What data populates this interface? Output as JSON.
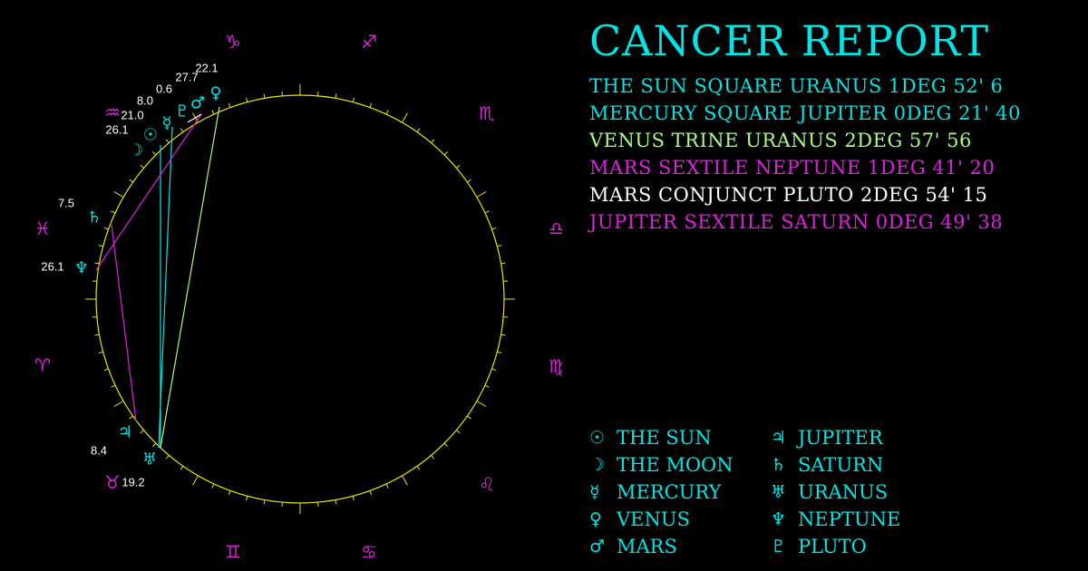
{
  "title": "CANCER REPORT",
  "colors": {
    "cyan": "#00e5e5",
    "green": "#a6ff80",
    "magenta": "#e020e0",
    "white": "#ffffff",
    "yellow": "#e6e600"
  },
  "aspects": [
    {
      "text": "THE SUN SQUARE URANUS 1DEG 52' 6",
      "color": "#00e5e5"
    },
    {
      "text": "MERCURY SQUARE JUPITER 0DEG 21' 40",
      "color": "#00e5e5"
    },
    {
      "text": "VENUS TRINE URANUS 2DEG 57' 56",
      "color": "#a6ff80"
    },
    {
      "text": "MARS SEXTILE NEPTUNE 1DEG 41' 20",
      "color": "#e020e0"
    },
    {
      "text": "MARS CONJUNCT PLUTO 2DEG 54' 15",
      "color": "#ffffff"
    },
    {
      "text": "JUPITER SEXTILE SATURN 0DEG 49' 38",
      "color": "#e020e0"
    }
  ],
  "legend": [
    {
      "glyph": "☉",
      "label": "THE SUN",
      "icon": "sun-icon"
    },
    {
      "glyph": "♃",
      "label": "JUPITER",
      "icon": "jupiter-icon"
    },
    {
      "glyph": "☽",
      "label": "THE MOON",
      "icon": "moon-icon"
    },
    {
      "glyph": "♄",
      "label": "SATURN",
      "icon": "saturn-icon"
    },
    {
      "glyph": "☿",
      "label": "MERCURY",
      "icon": "mercury-icon"
    },
    {
      "glyph": "♅",
      "label": "URANUS",
      "icon": "uranus-icon"
    },
    {
      "glyph": "♀",
      "label": "VENUS",
      "icon": "venus-icon"
    },
    {
      "glyph": "♆",
      "label": "NEPTUNE",
      "icon": "neptune-icon"
    },
    {
      "glyph": "♂",
      "label": "MARS",
      "icon": "mars-icon"
    },
    {
      "glyph": "♇",
      "label": "PLUTO",
      "icon": "pluto-icon"
    }
  ],
  "zodiac_signs": [
    {
      "glyph": "♑",
      "name": "capricorn-icon"
    },
    {
      "glyph": "♐",
      "name": "sagittarius-icon"
    },
    {
      "glyph": "♏",
      "name": "scorpio-icon"
    },
    {
      "glyph": "♎",
      "name": "libra-icon"
    },
    {
      "glyph": "♍",
      "name": "virgo-icon"
    },
    {
      "glyph": "♌",
      "name": "leo-icon"
    },
    {
      "glyph": "♋",
      "name": "cancer-icon"
    },
    {
      "glyph": "♊",
      "name": "gemini-icon"
    },
    {
      "glyph": "♉",
      "name": "taurus-icon"
    },
    {
      "glyph": "♈",
      "name": "aries-icon"
    },
    {
      "glyph": "♓",
      "name": "pisces-icon"
    },
    {
      "glyph": "♒",
      "name": "aquarius-icon"
    }
  ],
  "planet_labels": [
    {
      "glyph": "♀",
      "degree": "22.1",
      "name": "venus"
    },
    {
      "glyph": "♂",
      "degree": "27.7",
      "name": "mars"
    },
    {
      "glyph": "♇",
      "degree": "0.6",
      "name": "pluto"
    },
    {
      "glyph": "☿",
      "degree": "8.0",
      "name": "mercury"
    },
    {
      "glyph": "☉",
      "degree": "21.0",
      "name": "sun"
    },
    {
      "glyph": "☽",
      "degree": "26.1",
      "name": "moon"
    },
    {
      "glyph": "♄",
      "degree": "7.5",
      "name": "saturn"
    },
    {
      "glyph": "♆",
      "degree": "26.1",
      "name": "neptune"
    },
    {
      "glyph": "♃",
      "degree": "8.4",
      "name": "jupiter"
    },
    {
      "glyph": "♅",
      "degree": "19.2",
      "name": "uranus"
    }
  ]
}
